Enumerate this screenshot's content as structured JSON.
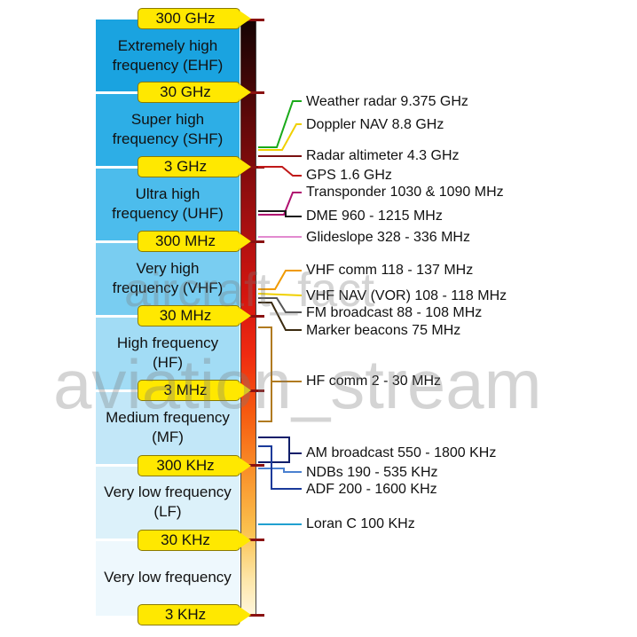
{
  "bands": [
    {
      "id": "ehf",
      "name": "Extremely high frequency (EHF)",
      "color": "#1aa3e0"
    },
    {
      "id": "shf",
      "name": "Super high frequency (SHF)",
      "color": "#2daee6"
    },
    {
      "id": "uhf",
      "name": "Ultra high frequency (UHF)",
      "color": "#4cbcec"
    },
    {
      "id": "vhf",
      "name": "Very high frequency (VHF)",
      "color": "#79cdf1"
    },
    {
      "id": "hf",
      "name": "High frequency (HF)",
      "color": "#a2dcf5"
    },
    {
      "id": "mf",
      "name": "Medium frequency (MF)",
      "color": "#c2e7f8"
    },
    {
      "id": "lf",
      "name": "Very low frequency (LF)",
      "color": "#dcf1fa"
    },
    {
      "id": "vlf",
      "name": "Very low frequency",
      "color": "#eef8fd"
    }
  ],
  "boundaries": [
    "300 GHz",
    "30 GHz",
    "3 GHz",
    "300 MHz",
    "30 MHz",
    "3 MHz",
    "300 KHz",
    "30 KHz",
    "3 KHz"
  ],
  "services": [
    {
      "text": "Weather radar 9.375 GHz",
      "color": "#1aaa1a"
    },
    {
      "text": "Doppler NAV 8.8 GHz",
      "color": "#f0d000"
    },
    {
      "text": "Radar altimeter 4.3 GHz",
      "color": "#7a1010"
    },
    {
      "text": "GPS 1.6 GHz",
      "color": "#c01818"
    },
    {
      "text": "Transponder 1030 & 1090 MHz",
      "color": "#b01070"
    },
    {
      "text": "DME 960 - 1215 MHz",
      "color": "#1a1a1a"
    },
    {
      "text": "Glideslope 328 - 336 MHz",
      "color": "#e28ad0"
    },
    {
      "text": "VHF comm 118 - 137 MHz",
      "color": "#f09a00"
    },
    {
      "text": "VHF NAV (VOR) 108 - 118 MHz",
      "color": "#f0d000"
    },
    {
      "text": "FM broadcast 88 - 108 MHz",
      "color": "#555555"
    },
    {
      "text": "Marker beacons 75 MHz",
      "color": "#3a2a10"
    },
    {
      "text": "HF comm 2 - 30 MHz",
      "color": "#b07a20"
    },
    {
      "text": "AM broadcast 550 - 1800 KHz",
      "color": "#101e6a"
    },
    {
      "text": "NDBs 190 - 535 KHz",
      "color": "#4a80d0"
    },
    {
      "text": "ADF 200 - 1600 KHz",
      "color": "#1a3a9a"
    },
    {
      "text": "Loran C 100 KHz",
      "color": "#20a0d0"
    }
  ],
  "watermarks": [
    "aircraft_fact",
    "aviation_stream"
  ]
}
